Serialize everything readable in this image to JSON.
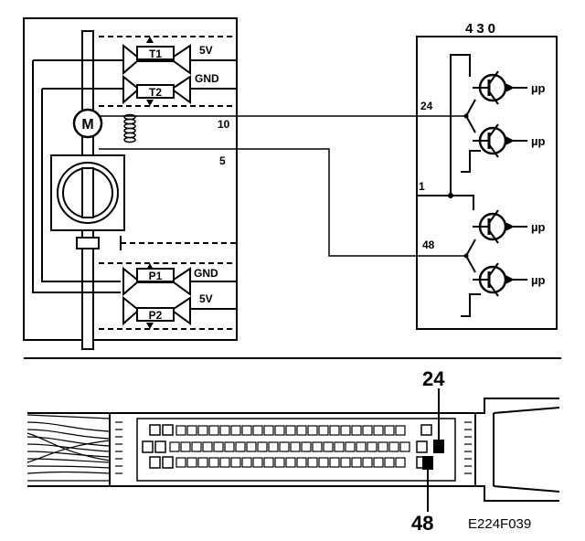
{
  "ecu_label": "430",
  "sensor_labels": {
    "t1": "T1",
    "t2": "T2",
    "p1": "P1",
    "p2": "P2",
    "motor": "M"
  },
  "wire_labels": {
    "fivev_top": "5V",
    "gnd_top": "GND",
    "pin10": "10",
    "pin5": "5",
    "gnd_bottom": "GND",
    "fivev_bottom": "5V"
  },
  "ecu_pins": {
    "p24": "24",
    "p1": "1",
    "p48": "48"
  },
  "mu_p": "µp",
  "connector": {
    "pin_top": "24",
    "pin_bottom": "48"
  },
  "figure_ref": "E224F039",
  "colors": {
    "ink": "#000000",
    "paper": "#ffffff"
  }
}
